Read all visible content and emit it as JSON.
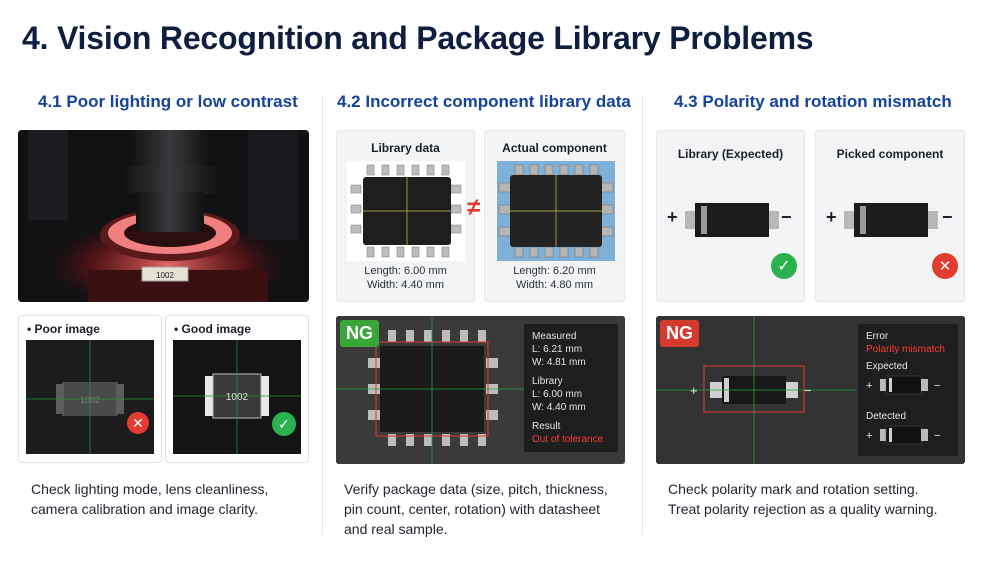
{
  "title": "4. Vision Recognition and Package Library Problems",
  "col1": {
    "heading": "4.1 Poor lighting or low contrast",
    "poor_label": "• Poor image",
    "good_label": "• Good image",
    "part_code": "1002",
    "caption_1": "Check lighting mode, lens cleanliness,",
    "caption_2": "camera calibration and image clarity."
  },
  "col2": {
    "heading": "4.2 Incorrect component library data",
    "library_label": "Library data",
    "actual_label": "Actual component",
    "not_equal": "≠",
    "lib_length": "Length: 6.00 mm",
    "lib_width": "Width: 4.40 mm",
    "act_length": "Length: 6.20 mm",
    "act_width": "Width: 4.80 mm",
    "badge": "NG",
    "info": {
      "measured": "Measured",
      "m_l": "L:  6.21 mm",
      "m_w": "W:  4.81 mm",
      "library": "Library",
      "l_l": "L:  6.00 mm",
      "l_w": "W:  4.40 mm",
      "result": "Result",
      "result_value": "Out of tolerance"
    },
    "caption_1": "Verify package data (size, pitch, thickness,",
    "caption_2": "pin count, center, rotation) with datasheet",
    "caption_3": "and real sample."
  },
  "col3": {
    "heading": "4.3 Polarity and rotation mismatch",
    "expected_label": "Library (Expected)",
    "picked_label": "Picked component",
    "plus": "+",
    "minus": "−",
    "badge": "NG",
    "info": {
      "error": "Error",
      "error_value": "Polarity mismatch",
      "expected": "Expected",
      "detected": "Detected"
    },
    "caption_1": "Check polarity mark and rotation setting.",
    "caption_2": "Treat polarity rejection as a quality warning."
  },
  "colors": {
    "heading": "#13439c",
    "ng_green": "#3aa63a",
    "ng_red": "#d63a2f",
    "ok": "#2ab24f",
    "error": "#e23b2f"
  }
}
